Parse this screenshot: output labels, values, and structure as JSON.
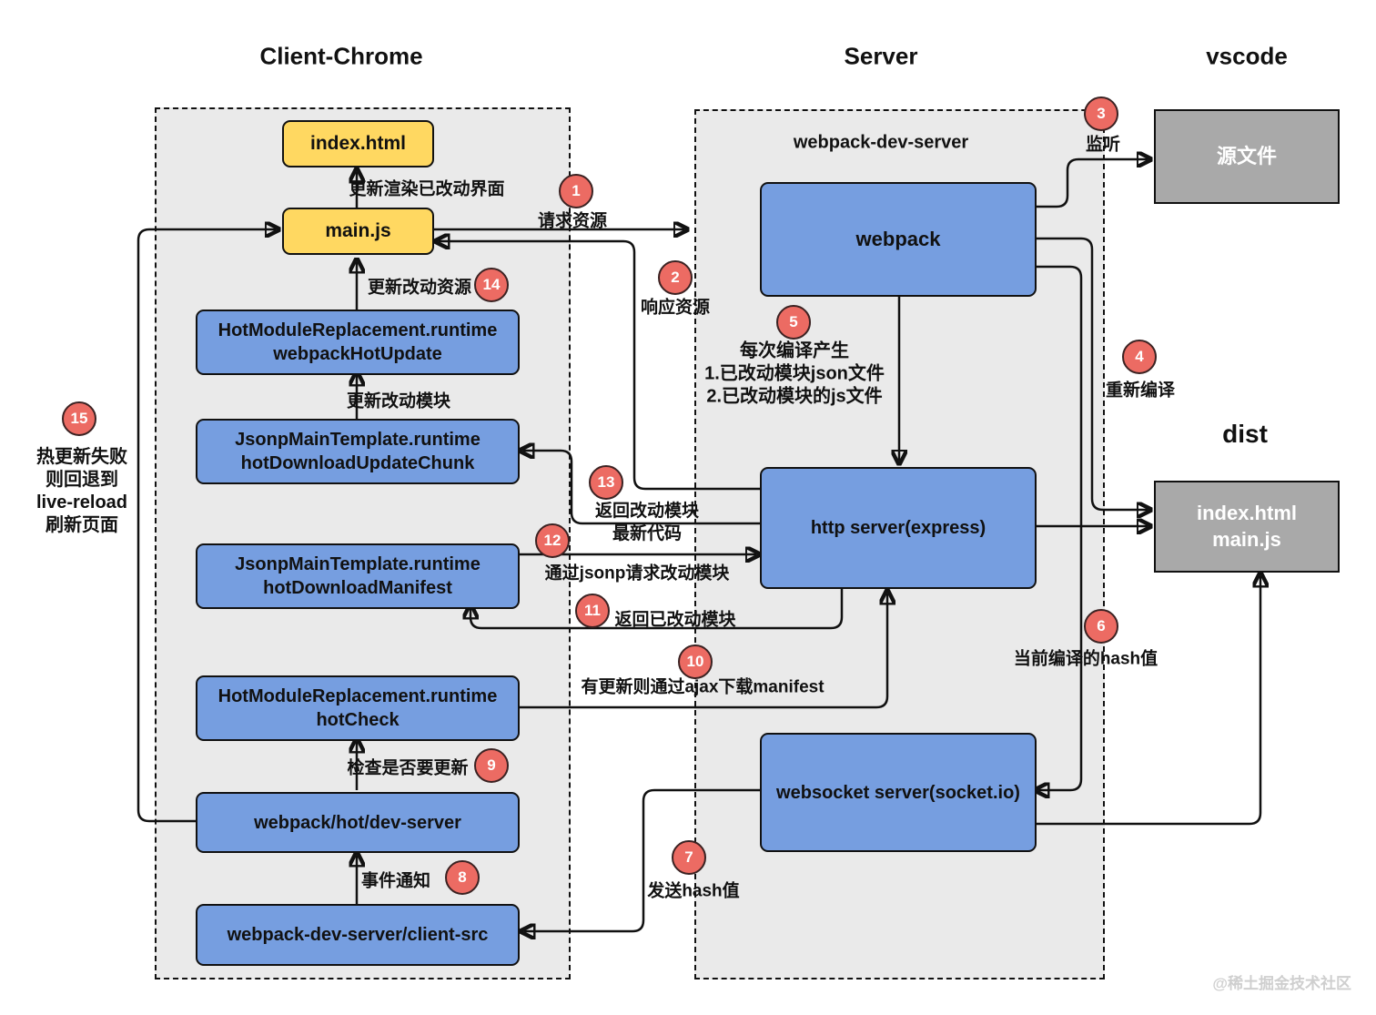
{
  "titles": {
    "client": "Client-Chrome",
    "server": "Server",
    "vscode": "vscode",
    "server_inner": "webpack-dev-server",
    "dist": "dist"
  },
  "nodes": {
    "index_html": "index.html",
    "main_js": "main.js",
    "hmr_update": {
      "l1": "HotModuleReplacement.runtime",
      "l2": "webpackHotUpdate"
    },
    "jsonp_chunk": {
      "l1": "JsonpMainTemplate.runtime",
      "l2": "hotDownloadUpdateChunk"
    },
    "jsonp_manifest": {
      "l1": "JsonpMainTemplate.runtime",
      "l2": "hotDownloadManifest"
    },
    "hmr_hotcheck": {
      "l1": "HotModuleReplacement.runtime",
      "l2": "hotCheck"
    },
    "hot_dev_server": "webpack/hot/dev-server",
    "client_src": "webpack-dev-server/client-src",
    "webpack": "webpack",
    "http_server": "http server(express)",
    "ws_server": "websocket server(socket.io)",
    "source_files": "源文件",
    "dist_files": {
      "l1": "index.html",
      "l2": "main.js"
    }
  },
  "annotations": {
    "a1": {
      "num": "1",
      "text": "请求资源"
    },
    "a2": {
      "num": "2",
      "text": "响应资源"
    },
    "a3": {
      "num": "3",
      "text": "监听"
    },
    "a4": {
      "num": "4",
      "text": "重新编译"
    },
    "a5": {
      "num": "5",
      "line1": "每次编译产生",
      "line2": "1.已改动模块json文件",
      "line3": "2.已改动模块的js文件"
    },
    "a6": {
      "num": "6",
      "text": "当前编译的hash值"
    },
    "a7": {
      "num": "7",
      "text": "发送hash值"
    },
    "a8": {
      "num": "8",
      "text": "事件通知"
    },
    "a9": {
      "num": "9",
      "text": "检查是否要更新"
    },
    "a10": {
      "num": "10",
      "text": "有更新则通过ajax下载manifest"
    },
    "a11": {
      "num": "11",
      "text": "返回已改动模块"
    },
    "a12": {
      "num": "12",
      "text": "通过jsonp请求改动模块"
    },
    "a13": {
      "num": "13",
      "line1": "返回改动模块",
      "line2": "最新代码"
    },
    "a14": {
      "num": "14",
      "text": "更新改动资源"
    },
    "a15": {
      "num": "15",
      "line1": "热更新失败",
      "line2": "则回退到",
      "line3": "live-reload",
      "line4": "刷新页面"
    }
  },
  "edge_labels": {
    "update_render": "更新渲染已改动界面",
    "update_modules": "更新改动模块"
  },
  "watermark": "@稀土掘金技术社区",
  "colors": {
    "node_yellow": "#ffd861",
    "node_blue": "#769ee0",
    "node_gray": "#a9a9a9",
    "container_bg": "#eaeaea",
    "badge_red": "#ec6b63"
  }
}
